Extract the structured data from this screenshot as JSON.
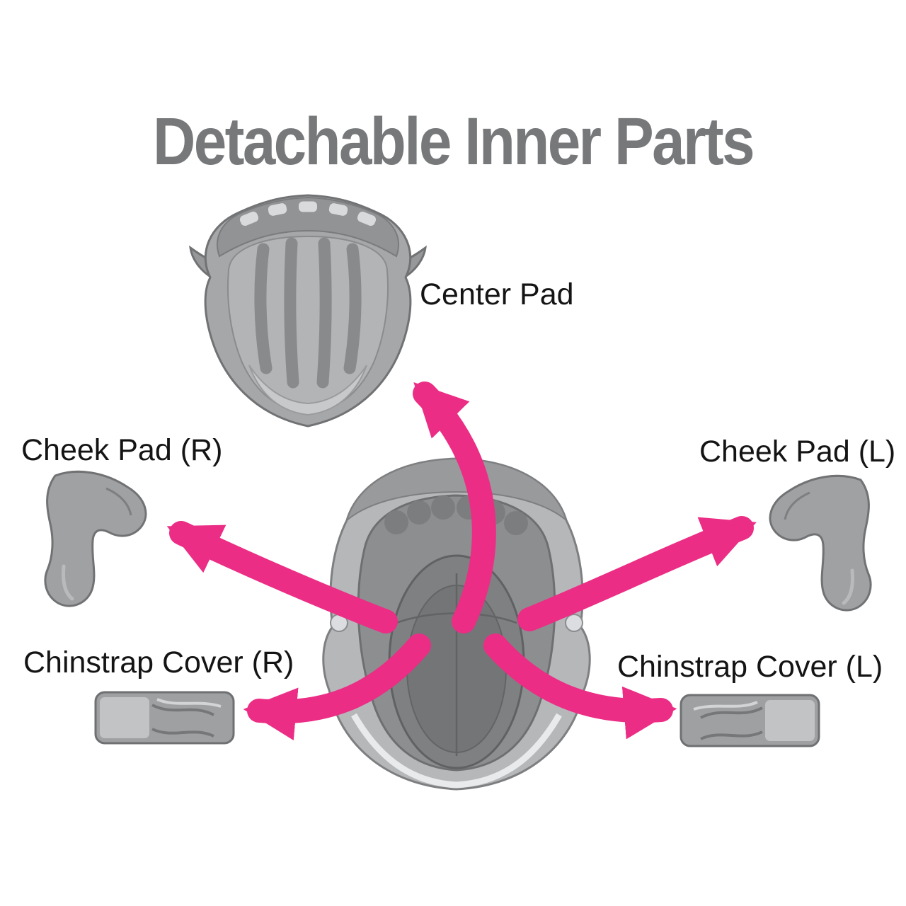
{
  "title": "Detachable Inner Parts",
  "labels": {
    "center_pad": "Center Pad",
    "cheek_pad_r": "Cheek Pad (R)",
    "cheek_pad_l": "Cheek Pad (L)",
    "chinstrap_cover_r": "Chinstrap Cover (R)",
    "chinstrap_cover_l": "Chinstrap Cover (L)"
  },
  "colors": {
    "arrow": "#EB2D85",
    "part_gray": "#a6a7a9",
    "part_outline": "#717274",
    "title_gray": "#77787a",
    "label_text": "#141414"
  }
}
